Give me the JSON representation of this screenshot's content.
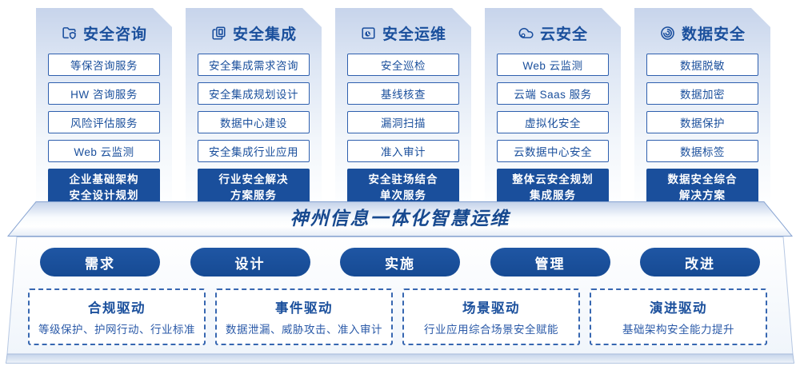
{
  "colors": {
    "primary_blue": "#1a4f9c",
    "box_border_blue": "#2e5fae",
    "card_gradient_top": "#c7d4eb",
    "platform_band_blue": "#c5d4ea"
  },
  "columns": [
    {
      "title": "安全咨询",
      "icon": "folder-shield-icon",
      "items": [
        "等保咨询服务",
        "HW 咨询服务",
        "风险评估服务",
        "Web 云监测"
      ],
      "highlight": [
        "企业基础架构",
        "安全设计规划"
      ]
    },
    {
      "title": "安全集成",
      "icon": "documents-copy-icon",
      "items": [
        "安全集成需求咨询",
        "安全集成规划设计",
        "数据中心建设",
        "安全集成行业应用"
      ],
      "highlight": [
        "行业安全解决",
        "方案服务"
      ]
    },
    {
      "title": "安全运维",
      "icon": "folder-clock-icon",
      "items": [
        "安全巡检",
        "基线核查",
        "漏洞扫描",
        "准入审计"
      ],
      "highlight": [
        "安全驻场结合",
        "单次服务"
      ]
    },
    {
      "title": "云安全",
      "icon": "cloud-icon",
      "items": [
        "Web 云监测",
        "云端 Saas 服务",
        "虚拟化安全",
        "云数据中心安全"
      ],
      "highlight": [
        "整体云安全规划",
        "集成服务"
      ]
    },
    {
      "title": "数据安全",
      "icon": "data-spiral-icon",
      "items": [
        "数据脱敏",
        "数据加密",
        "数据保护",
        "数据标签"
      ],
      "highlight": [
        "数据安全综合",
        "解决方案"
      ]
    }
  ],
  "banner": {
    "title": "神州信息一体化智慧运维"
  },
  "phases": [
    "需求",
    "设计",
    "实施",
    "管理",
    "改进"
  ],
  "drivers": [
    {
      "title": "合规驱动",
      "desc": "等级保护、护网行动、行业标准"
    },
    {
      "title": "事件驱动",
      "desc": "数据泄漏、威胁攻击、准入审计"
    },
    {
      "title": "场景驱动",
      "desc": "行业应用综合场景安全赋能"
    },
    {
      "title": "演进驱动",
      "desc": "基础架构安全能力提升"
    }
  ]
}
